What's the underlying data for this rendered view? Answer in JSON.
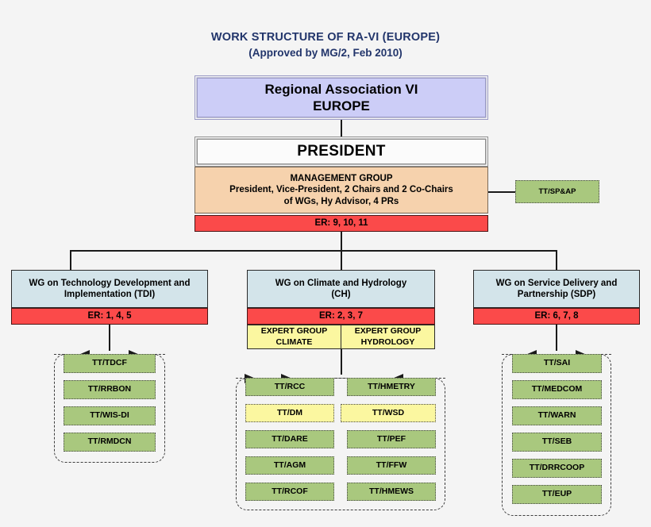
{
  "title": {
    "main": "WORK STRUCTURE OF RA-VI (EUROPE)",
    "sub": "(Approved by MG/2, Feb 2010)"
  },
  "colors": {
    "background": "#f4f4f4",
    "title_text": "#22356b",
    "association": "#cccdf7",
    "president": "#fbfbfb",
    "management": "#f6d2ad",
    "expected_results": "#fb4a4a",
    "working_group": "#d3e4ea",
    "expert_group": "#fbf7a0",
    "task_team": "#a9c87e",
    "task_team_alt": "#fbf7a0",
    "connector": "#1a1a1a"
  },
  "association": {
    "line1": "Regional Association VI",
    "line2": "EUROPE"
  },
  "president": {
    "label": "PRESIDENT"
  },
  "management_group": {
    "title": "MANAGEMENT GROUP",
    "line1": "President, Vice-President, 2 Chairs and 2 Co-Chairs",
    "line2": "of WGs, Hy Advisor, 4 PRs",
    "expected_results": "ER: 9, 10, 11"
  },
  "side_task_team": {
    "label": "TT/SP&AP"
  },
  "working_groups": [
    {
      "id": "tdi",
      "title_line1": "WG on Technology Development and",
      "title_line2": "Implementation (TDI)",
      "expected_results": "ER: 1, 4, 5",
      "expert_groups": [],
      "task_teams": [
        {
          "label": "TT/TDCF",
          "style": "green"
        },
        {
          "label": "TT/RRBON",
          "style": "green"
        },
        {
          "label": "TT/WIS-DI",
          "style": "green"
        },
        {
          "label": "TT/RMDCN",
          "style": "green"
        }
      ]
    },
    {
      "id": "ch",
      "title_line1": "WG on Climate and Hydrology",
      "title_line2": "(CH)",
      "expected_results": "ER: 2, 3, 7",
      "expert_groups": [
        {
          "line1": "EXPERT GROUP",
          "line2": "CLIMATE"
        },
        {
          "line1": "EXPERT GROUP",
          "line2": "HYDROLOGY"
        }
      ],
      "task_teams_left": [
        {
          "label": "TT/RCC",
          "style": "green"
        },
        {
          "label": "TT/DM",
          "style": "yellow"
        },
        {
          "label": "TT/DARE",
          "style": "green"
        },
        {
          "label": "TT/AGM",
          "style": "green"
        },
        {
          "label": "TT/RCOF",
          "style": "green"
        }
      ],
      "task_teams_right": [
        {
          "label": "TT/HMETRY",
          "style": "green"
        },
        {
          "label": "TT/WSD",
          "style": "yellow"
        },
        {
          "label": "TT/PEF",
          "style": "green"
        },
        {
          "label": "TT/FFW",
          "style": "green"
        },
        {
          "label": "TT/HMEWS",
          "style": "green"
        }
      ]
    },
    {
      "id": "sdp",
      "title_line1": "WG on Service Delivery and",
      "title_line2": "Partnership (SDP)",
      "expected_results": "ER: 6, 7, 8",
      "expert_groups": [],
      "task_teams": [
        {
          "label": "TT/SAI",
          "style": "green"
        },
        {
          "label": "TT/MEDCOM",
          "style": "green"
        },
        {
          "label": "TT/WARN",
          "style": "green"
        },
        {
          "label": "TT/SEB",
          "style": "green"
        },
        {
          "label": "TT/DRRCOOP",
          "style": "green"
        },
        {
          "label": "TT/EUP",
          "style": "green"
        }
      ]
    }
  ]
}
